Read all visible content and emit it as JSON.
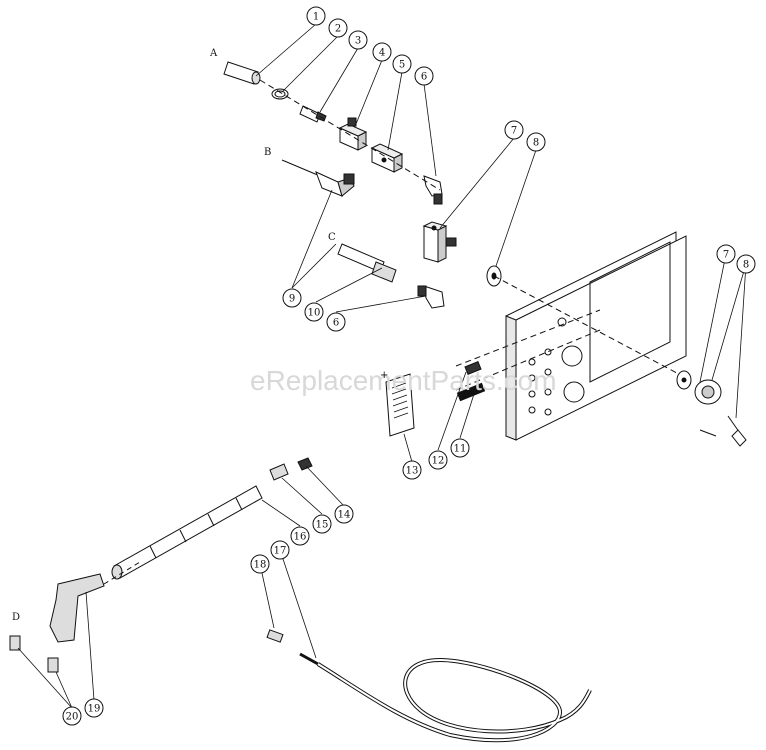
{
  "watermark": "eReplacementParts.com",
  "letters": {
    "A": "A",
    "B": "B",
    "C": "C",
    "D": "D",
    "plus": "+"
  },
  "callouts": [
    "1",
    "2",
    "3",
    "4",
    "5",
    "6",
    "7",
    "8",
    "9",
    "10",
    "6",
    "7",
    "8",
    "11",
    "12",
    "13",
    "14",
    "15",
    "16",
    "17",
    "18",
    "19",
    "20"
  ]
}
